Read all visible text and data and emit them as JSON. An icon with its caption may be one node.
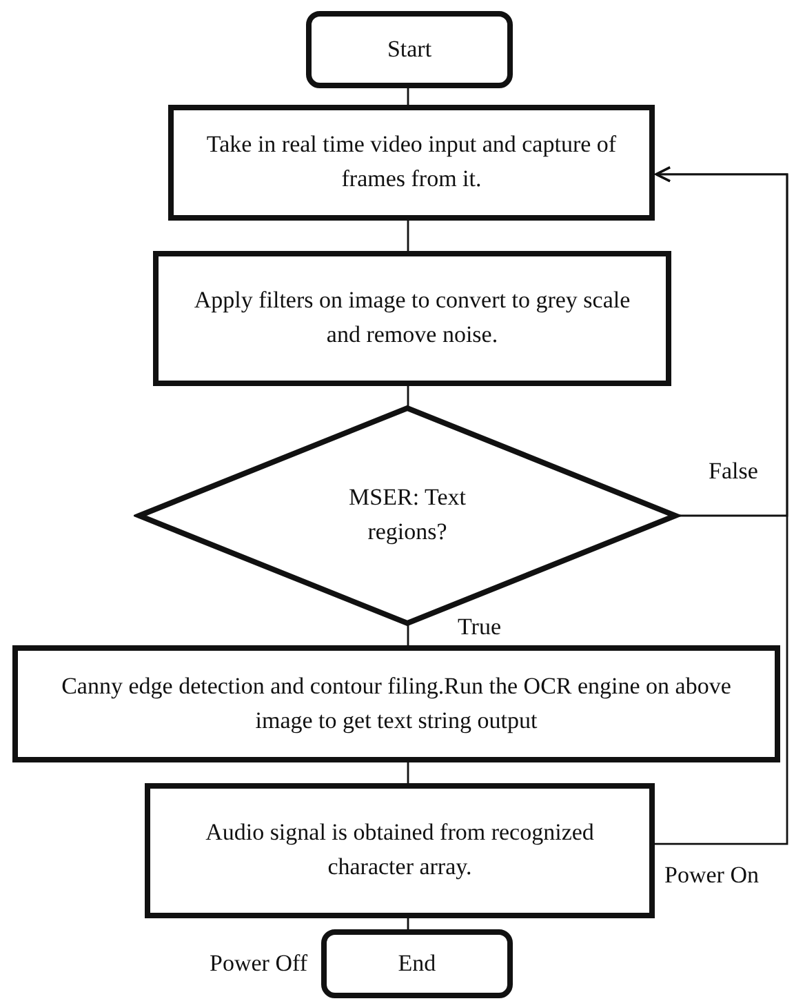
{
  "diagram": {
    "nodes": [
      {
        "text": [
          "Start"
        ]
      },
      {
        "text": [
          "Take in real time video input and capture of frames from it."
        ]
      },
      {
        "text": [
          "Apply filters on image to convert to grey scale and remove noise."
        ]
      },
      {
        "text": [
          "MSER: Text regions?"
        ]
      },
      {
        "text": [
          "Canny edge detection and contour filing.Run the OCR engine on above image to get text string output"
        ]
      },
      {
        "text": [
          "Audio signal is obtained from recognized character array."
        ]
      },
      {
        "text": [
          "End"
        ],
        "beside": [
          "Power Off"
        ]
      }
    ],
    "edges": [
      {
        "from": 0,
        "to": 1,
        "arrow": "none"
      },
      {
        "from": 1,
        "to": 2,
        "arrow": "none"
      },
      {
        "from": 2,
        "to": 3,
        "arrow": "none"
      },
      {
        "from": 3,
        "to": 4,
        "arrow": "none",
        "label": "True"
      },
      {
        "from": 3,
        "to": 1,
        "arrow": "to",
        "label": "False"
      },
      {
        "from": 4,
        "to": 5,
        "arrow": "none"
      },
      {
        "from": 5,
        "to": 1,
        "arrow": "to",
        "label": "Power On"
      },
      {
        "from": 5,
        "to": 6,
        "arrow": "none"
      }
    ]
  }
}
